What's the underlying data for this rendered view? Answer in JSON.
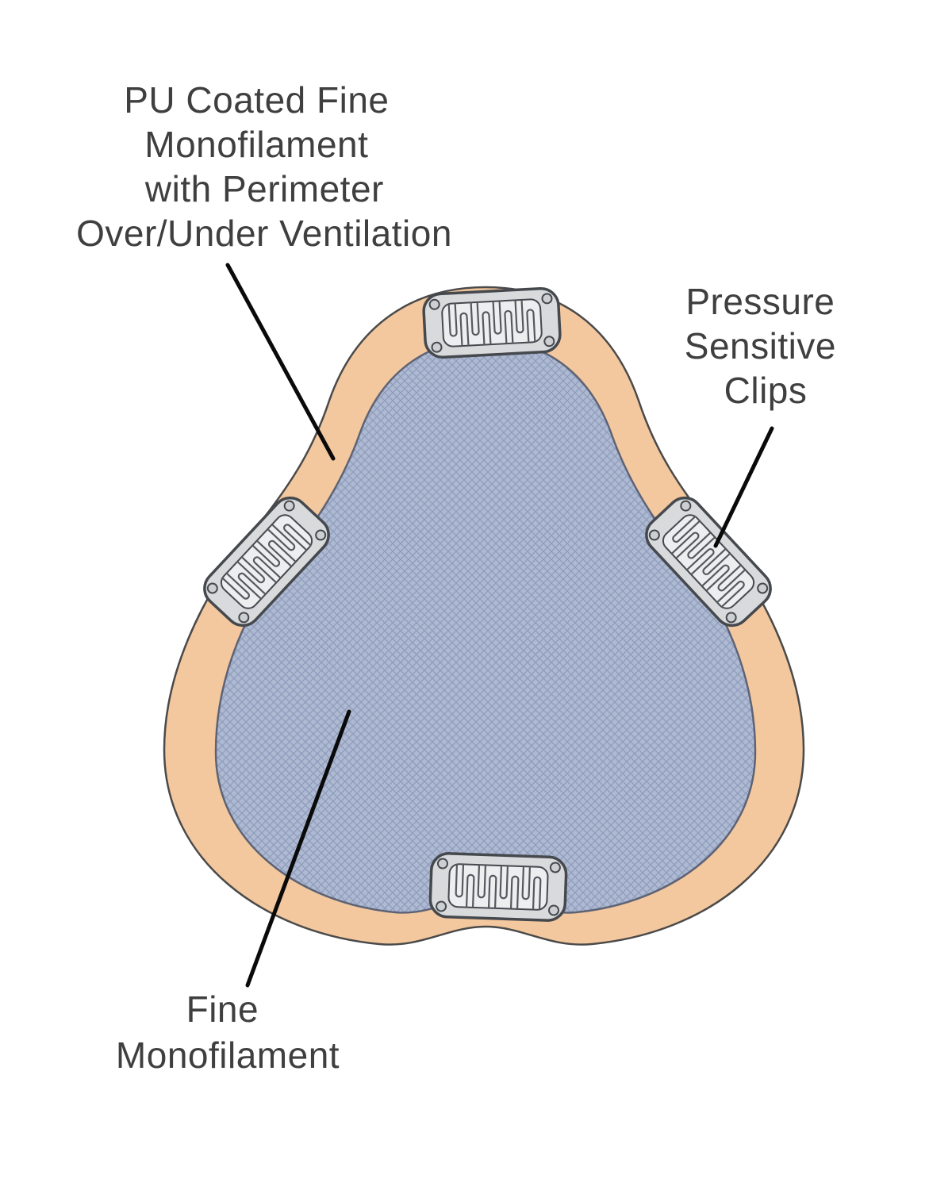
{
  "labels": {
    "pu_coated": {
      "lines": [
        "PU Coated Fine",
        "Monofilament",
        "with Perimeter",
        "Over/Under Ventilation"
      ]
    },
    "pressure_clips": {
      "lines": [
        "Pressure",
        "Sensitive",
        "Clips"
      ]
    },
    "fine_monofilament": {
      "lines": [
        "Fine",
        "Monofilament"
      ]
    }
  },
  "colors": {
    "background": "#FFFFFF",
    "perimeter": "#F4C89E",
    "mesh_base": "#AEB9D2",
    "mesh_line": "#8F9CBC",
    "mesh_outline": "#5D6375",
    "outline": "#4A4A4A",
    "clip_metal": "#D8DADC",
    "clip_inner": "#ECEEF0",
    "text": "#3F3F3F",
    "leader_line": "#0A0A0A"
  }
}
